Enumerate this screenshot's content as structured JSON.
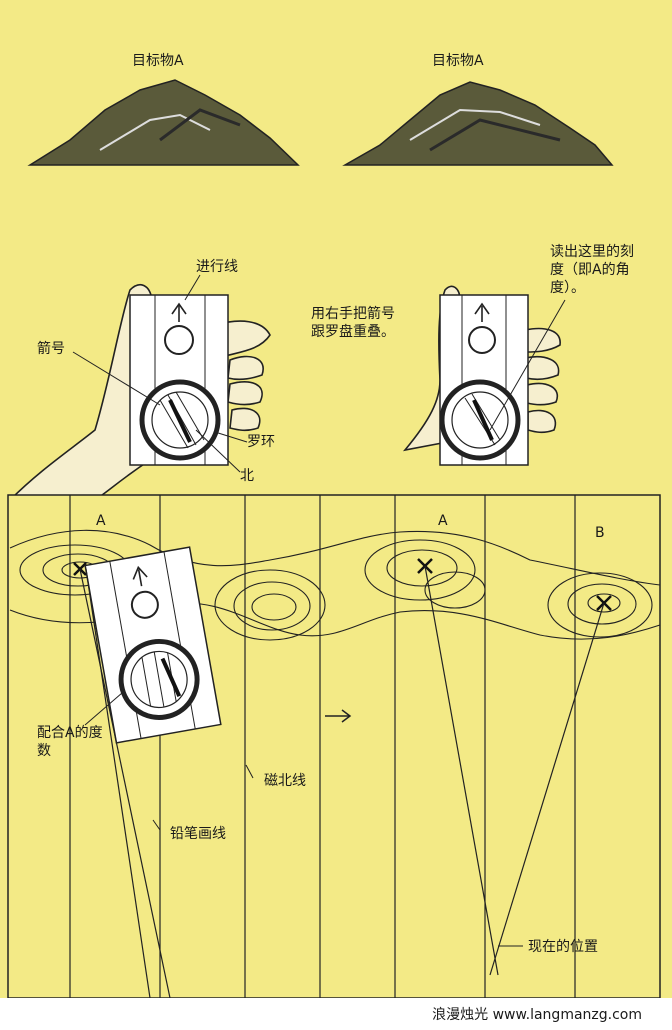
{
  "top": {
    "target_left": "目标物A",
    "target_right": "目标物A"
  },
  "middle": {
    "travel_line": "进行线",
    "arrow": "箭号",
    "ring": "罗环",
    "north": "北",
    "instruction": "用右手把箭号跟罗盘重叠。",
    "read_note": "读出这里的刻度（即A的角度）。"
  },
  "map": {
    "label_a_left": "A",
    "label_a_right": "A",
    "label_b": "B",
    "match_a": "配合A的度数",
    "magnetic_north": "磁北线",
    "pencil_line": "铅笔画线",
    "current_position": "现在的位置"
  },
  "footer": {
    "text": "浪漫烛光 www.langmanzg.com"
  }
}
